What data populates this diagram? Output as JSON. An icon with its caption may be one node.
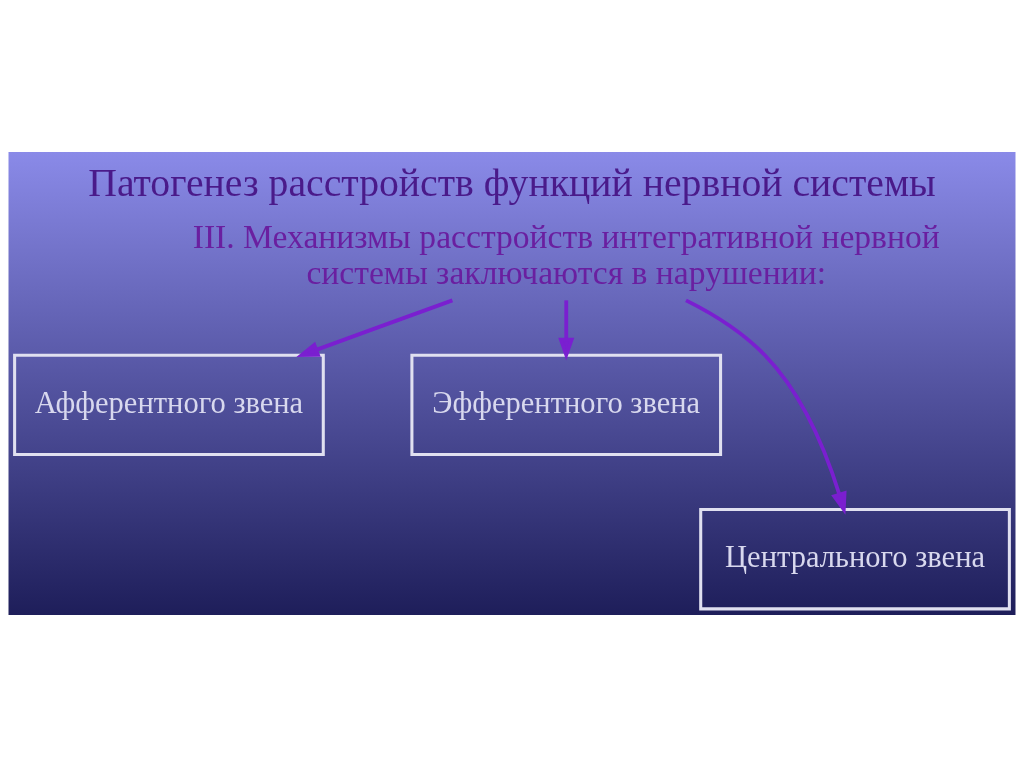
{
  "diagram": {
    "title": "Патогенез расстройств функций нервной системы",
    "nodes": [
      {
        "text": [
          "III. Механизмы расстройств интегративной нервной системы заключаются в нарушении:"
        ]
      },
      {
        "text": [
          "Афферентного звена"
        ]
      },
      {
        "text": [
          "Эфферентного звена"
        ]
      },
      {
        "text": [
          "Центрального звена"
        ]
      }
    ],
    "edges": [
      {
        "from": 0,
        "to": 1,
        "arrow": "to"
      },
      {
        "from": 0,
        "to": 3,
        "arrow": "to"
      },
      {
        "from": 0,
        "to": 2,
        "arrow": "to"
      }
    ]
  }
}
